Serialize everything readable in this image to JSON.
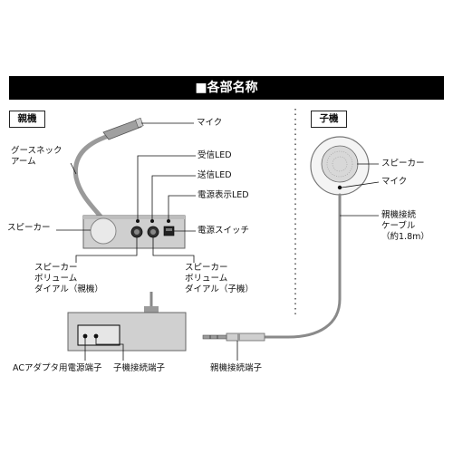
{
  "header": {
    "title": "■各部名称"
  },
  "parent_unit": {
    "section_label": "親機",
    "labels": {
      "mic": "マイク",
      "gooseneck": "グースネック\nアーム",
      "receive_led": "受信LED",
      "send_led": "送信LED",
      "power_led": "電源表示LED",
      "speaker": "スピーカー",
      "power_switch": "電源スイッチ",
      "volume_parent": "スピーカー\nボリューム\nダイアル（親機）",
      "volume_child": "スピーカー\nボリューム\nダイアル（子機）",
      "ac_terminal": "ACアダプタ用電源端子",
      "child_terminal": "子機接続端子"
    }
  },
  "child_unit": {
    "section_label": "子機",
    "labels": {
      "speaker": "スピーカー",
      "mic": "マイク",
      "cable": "親機接続\nケーブル\n（約1.8m）",
      "plug": "親機接続端子"
    }
  }
}
